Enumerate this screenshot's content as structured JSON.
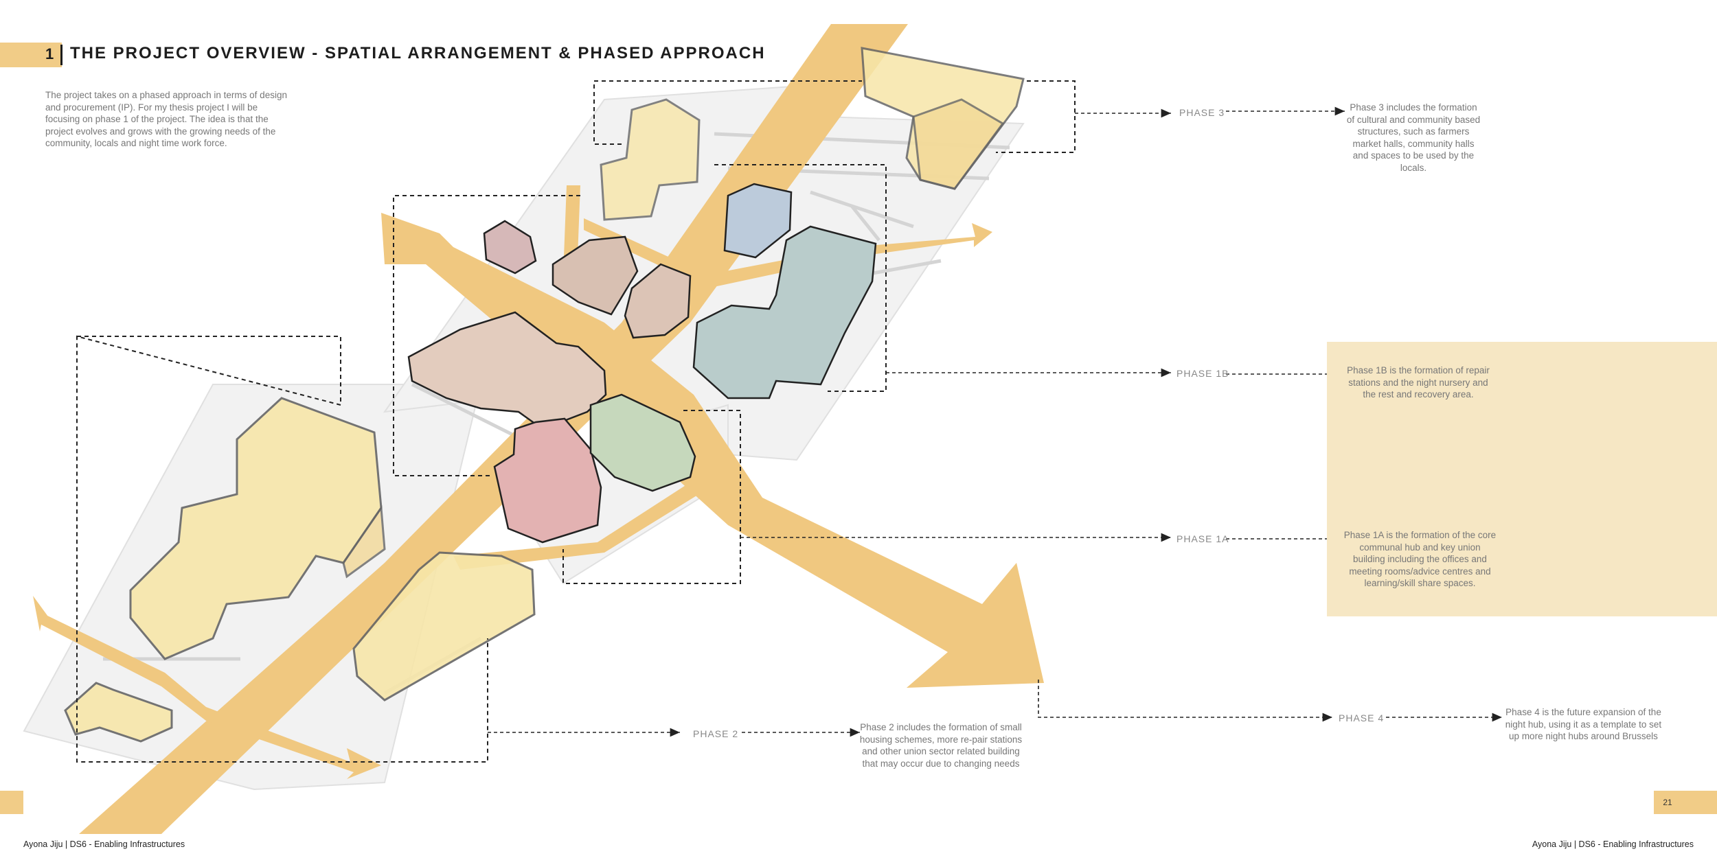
{
  "header": {
    "section_number": "1",
    "title": "THE PROJECT OVERVIEW - SPATIAL ARRANGEMENT & PHASED APPROACH"
  },
  "intro": {
    "text": "The project takes on a phased approach in terms of design and procurement (IP). For my thesis project I will be focusing on phase 1 of the project. The idea is that the project evolves and grows with the growing needs of the community, locals and night time work force."
  },
  "phases": {
    "phase3": {
      "label": "PHASE 3",
      "description": "Phase 3 includes the formation of cultural and community based structures, such as farmers market halls, community halls and spaces to be used by the locals."
    },
    "phase1b": {
      "label": "PHASE 1B",
      "description": "Phase 1B is the formation of repair stations and the night nursery and the rest and recovery area."
    },
    "phase1a": {
      "label": "PHASE 1A",
      "description": "Phase 1A is the formation of the core communal hub and key union building including the offices and meeting rooms/advice centres and learning/skill share spaces."
    },
    "phase2": {
      "label": "PHASE 2",
      "description": "Phase 2 includes the formation of small housing schemes, more re-pair stations and other union sector related building that may occur due to changing needs"
    },
    "phase4": {
      "label": "PHASE 4",
      "description": "Phase 4 is the future expansion of the night hub, using it as a template to set up more night hubs around Brussels"
    }
  },
  "footer": {
    "left": "Ayona Jiju | DS6 - Enabling Infrastructures",
    "right": "Ayona Jiju | DS6 - Enabling Infrastructures",
    "page_number": "21"
  },
  "colors": {
    "accent": "#f1cc87",
    "panel": "#f6e7c4",
    "phase3_buildings": "#f7e6a9",
    "phase1b_buildings": "#b9cccb",
    "phase1a_buildings": "#dcc0b0",
    "highlight_pink": "#e3b2b2",
    "highlight_green": "#c6d8bc",
    "highlight_blue": "#bccbdb"
  }
}
